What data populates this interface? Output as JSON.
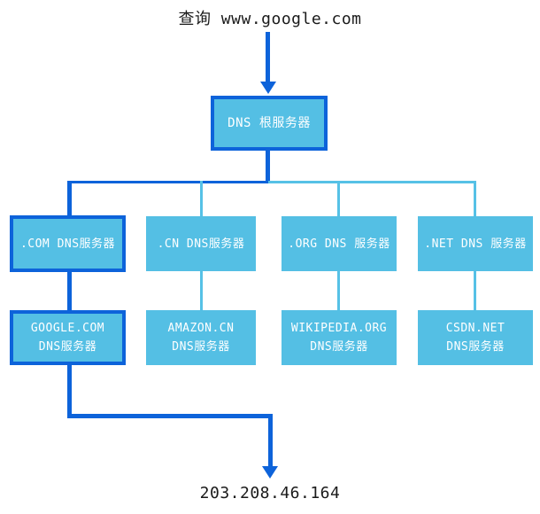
{
  "diagram": {
    "title": "查询 www.google.com",
    "root": {
      "label": "DNS 根服务器"
    },
    "tld_servers": [
      {
        "label": ".COM DNS服务器",
        "highlighted": true
      },
      {
        "label": ".CN DNS服务器",
        "highlighted": false
      },
      {
        "label": ".ORG DNS 服务器",
        "highlighted": false
      },
      {
        "label": ".NET DNS 服务器",
        "highlighted": false
      }
    ],
    "authoritative_servers": [
      {
        "line1": "GOOGLE.COM",
        "line2": "DNS服务器",
        "highlighted": true
      },
      {
        "line1": "AMAZON.CN",
        "line2": "DNS服务器",
        "highlighted": false
      },
      {
        "line1": "WIKIPEDIA.ORG",
        "line2": "DNS服务器",
        "highlighted": false
      },
      {
        "line1": "CSDN.NET",
        "line2": "DNS服务器",
        "highlighted": false
      }
    ],
    "result_ip": "203.208.46.164",
    "highlighted_path": [
      "查询 www.google.com",
      "DNS 根服务器",
      ".COM DNS服务器",
      "GOOGLE.COM DNS服务器",
      "203.208.46.164"
    ],
    "colors": {
      "path_dark_blue": "#0d63da",
      "box_fill_light_blue": "#54bfe4",
      "connector_light_blue": "#56c1e6",
      "text_on_box": "#ffffff",
      "text_plain": "#1a1a1a"
    }
  }
}
